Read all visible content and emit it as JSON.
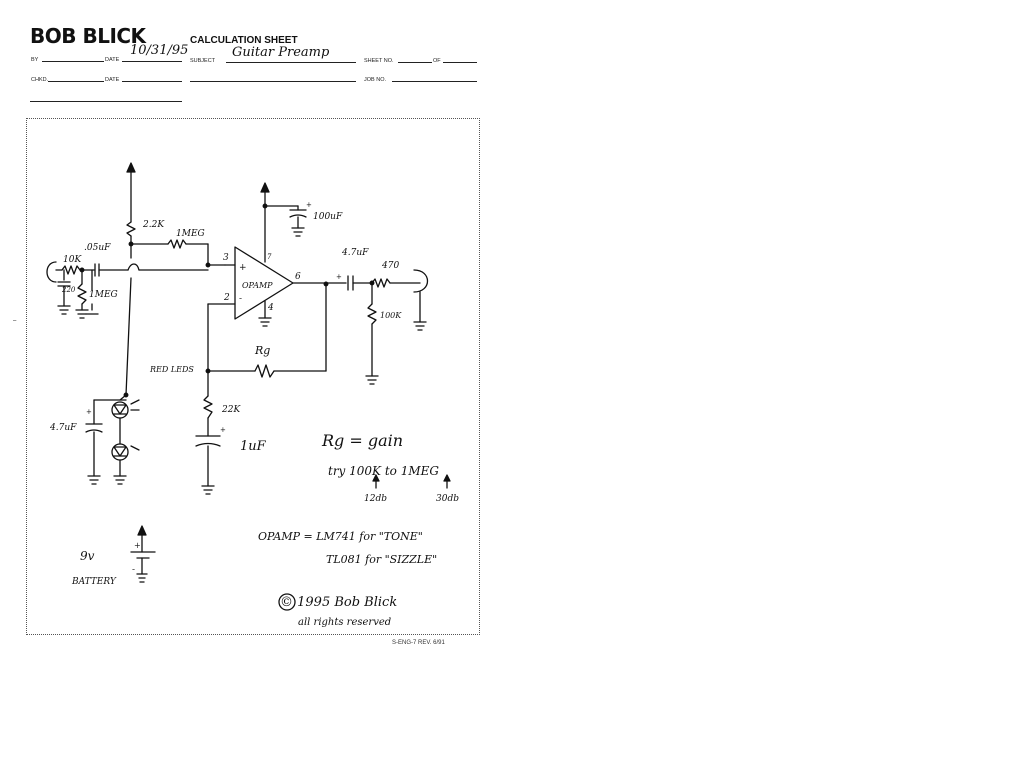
{
  "header": {
    "company": "BOB BLICK",
    "form_title": "CALCULATION SHEET",
    "by_label": "BY",
    "date_label": "DATE",
    "date_value": "10/31/95",
    "subject_label": "SUBJECT",
    "subject_value": "Guitar Preamp",
    "sheet_no_label": "SHEET NO.",
    "of_label": "OF",
    "chkd_label": "CHKD.",
    "job_no_label": "JOB NO."
  },
  "footer": {
    "form_id": "S-ENG-7 REV. 6/91"
  },
  "schematic": {
    "labels": {
      "r_10k": "10K",
      "c_05uf": ".05uF",
      "r_220": "220",
      "r_1meg_in": "1MEG",
      "r_2_2k": "2.2K",
      "r_1meg_bias": "1MEG",
      "c_100uf": "100uF",
      "plus": "+",
      "minus": "-",
      "pin3": "3",
      "pin2": "2",
      "pin7": "7",
      "pin6": "6",
      "pin4": "4",
      "opamp": "OPAMP",
      "c_4_7uf_out": "4.7uF",
      "r_470": "470",
      "r_100k": "100K",
      "rg": "Rg",
      "red_leds": "RED LEDS",
      "c_4_7uf_led": "4.7uF",
      "r_22k": "22K",
      "c_1uf": "1uF",
      "battery_v": "9v",
      "battery": "BATTERY"
    },
    "notes": {
      "rg_gain": "Rg = gain",
      "try_range": "try 100K to 1MEG",
      "db_low": "12db",
      "db_high": "30db",
      "opamp_tone": "OPAMP = LM741 for \"TONE\"",
      "opamp_sizzle": "TL081 for \"SIZZLE\"",
      "copyright": "© 1995 Bob Blick",
      "rights": "all rights reserved"
    }
  }
}
